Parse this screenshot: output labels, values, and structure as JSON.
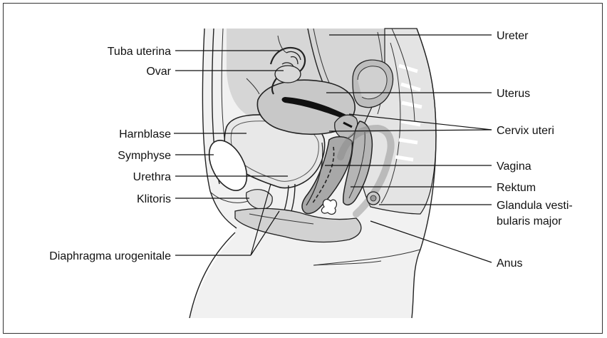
{
  "labels": {
    "tuba_uterina": "Tuba uterina",
    "ovar": "Ovar",
    "harnblase": "Harnblase",
    "symphyse": "Symphyse",
    "urethra": "Urethra",
    "klitoris": "Klitoris",
    "diaphragma": "Diaphragma urogenitale",
    "ureter": "Ureter",
    "uterus": "Uterus",
    "cervix": "Cervix uteri",
    "vagina": "Vagina",
    "rektum": "Rektum",
    "glandula_1": "Glandula vesti-",
    "glandula_2": "bularis major",
    "anus": "Anus"
  },
  "colors": {
    "tissue_light": "#efefef",
    "tissue_mid": "#dadada",
    "tissue_dark": "#c4c4c4",
    "lumen": "#111111",
    "line": "#222222"
  }
}
